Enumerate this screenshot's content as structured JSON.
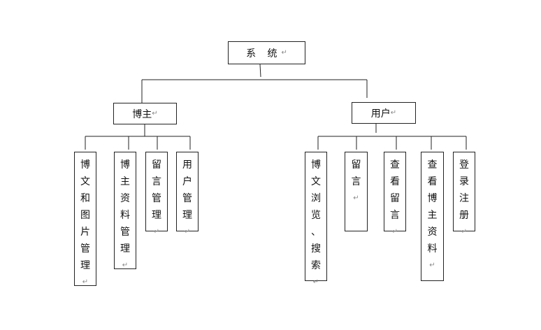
{
  "root": {
    "label": "系 统",
    "mark": "↵"
  },
  "groups": [
    {
      "label": "博主",
      "mark": "↵",
      "children": [
        {
          "chars": [
            "博",
            "文",
            "和",
            "图",
            "片",
            "管",
            "理"
          ],
          "mark": "↵"
        },
        {
          "chars": [
            "博",
            "主",
            "资",
            "料",
            "管",
            "理"
          ],
          "mark": "↵"
        },
        {
          "chars": [
            "留",
            "言",
            "管",
            "理"
          ],
          "mark": "↵"
        },
        {
          "chars": [
            "用",
            "户",
            "管",
            "理"
          ],
          "mark": "↵"
        }
      ]
    },
    {
      "label": "用户",
      "mark": "↵",
      "children": [
        {
          "chars": [
            "博",
            "文",
            "浏",
            "览",
            "、",
            "搜",
            "索"
          ],
          "mark": "↵"
        },
        {
          "chars": [
            "留",
            "言"
          ],
          "mark": "↵"
        },
        {
          "chars": [
            "查",
            "看",
            "留",
            "言"
          ],
          "mark": "↵"
        },
        {
          "chars": [
            "查",
            "看",
            "博",
            "主",
            "资",
            "料"
          ],
          "mark": "↵"
        },
        {
          "chars": [
            "登",
            "录",
            "注",
            "册"
          ],
          "mark": "↵"
        }
      ]
    }
  ]
}
